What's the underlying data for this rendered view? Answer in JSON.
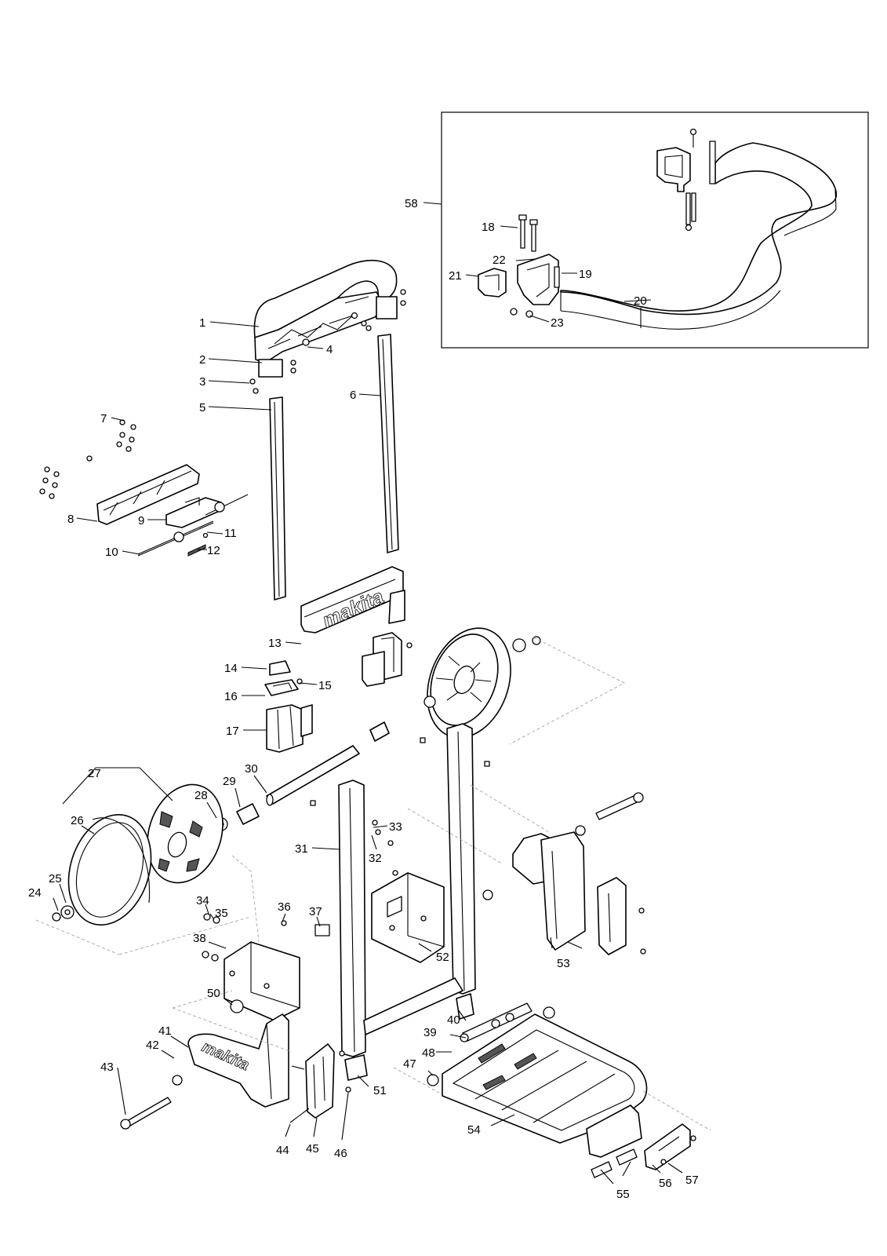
{
  "brand": "makita",
  "callouts": [
    {
      "id": "1"
    },
    {
      "id": "2"
    },
    {
      "id": "3"
    },
    {
      "id": "4"
    },
    {
      "id": "5"
    },
    {
      "id": "6"
    },
    {
      "id": "7"
    },
    {
      "id": "8"
    },
    {
      "id": "9"
    },
    {
      "id": "10"
    },
    {
      "id": "11"
    },
    {
      "id": "12"
    },
    {
      "id": "13"
    },
    {
      "id": "14"
    },
    {
      "id": "15"
    },
    {
      "id": "16"
    },
    {
      "id": "17"
    },
    {
      "id": "18"
    },
    {
      "id": "19"
    },
    {
      "id": "20"
    },
    {
      "id": "21"
    },
    {
      "id": "22"
    },
    {
      "id": "23"
    },
    {
      "id": "24"
    },
    {
      "id": "25"
    },
    {
      "id": "26"
    },
    {
      "id": "27"
    },
    {
      "id": "28"
    },
    {
      "id": "29"
    },
    {
      "id": "30"
    },
    {
      "id": "31"
    },
    {
      "id": "32"
    },
    {
      "id": "33"
    },
    {
      "id": "34"
    },
    {
      "id": "35"
    },
    {
      "id": "36"
    },
    {
      "id": "37"
    },
    {
      "id": "38"
    },
    {
      "id": "39"
    },
    {
      "id": "40"
    },
    {
      "id": "41"
    },
    {
      "id": "42"
    },
    {
      "id": "43"
    },
    {
      "id": "44"
    },
    {
      "id": "45"
    },
    {
      "id": "46"
    },
    {
      "id": "47"
    },
    {
      "id": "48"
    },
    {
      "id": "50"
    },
    {
      "id": "51"
    },
    {
      "id": "52"
    },
    {
      "id": "53"
    },
    {
      "id": "54"
    },
    {
      "id": "55"
    },
    {
      "id": "56"
    },
    {
      "id": "57"
    },
    {
      "id": "58"
    }
  ]
}
